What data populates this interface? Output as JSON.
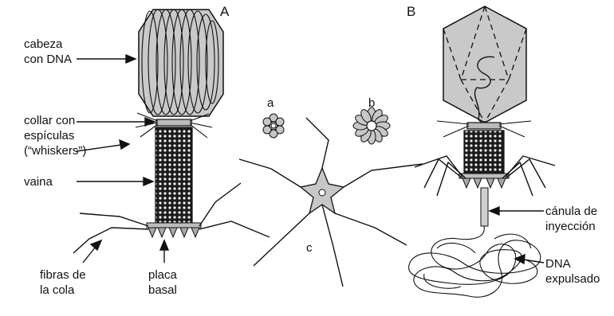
{
  "panels": {
    "a": "A",
    "b": "B",
    "small_a": "a",
    "small_b": "b",
    "small_c": "c"
  },
  "labels": {
    "head_l1": "cabeza",
    "head_l2": "con DNA",
    "collar_l1": "collar con",
    "collar_l2": "espículas",
    "collar_l3": "(“whiskers”)",
    "sheath": "vaina",
    "fibers_l1": "fibras de",
    "fibers_l2": "la cola",
    "plate_l1": "placa",
    "plate_l2": "basal",
    "cannula_l1": "cánula de",
    "cannula_l2": "inyección",
    "dna_l1": "DNA",
    "dna_l2": "expulsado"
  },
  "colors": {
    "capsid": "#c9c9c9",
    "sheath": "#222222",
    "spikes": "#b8b8b8",
    "ink": "#111111"
  }
}
